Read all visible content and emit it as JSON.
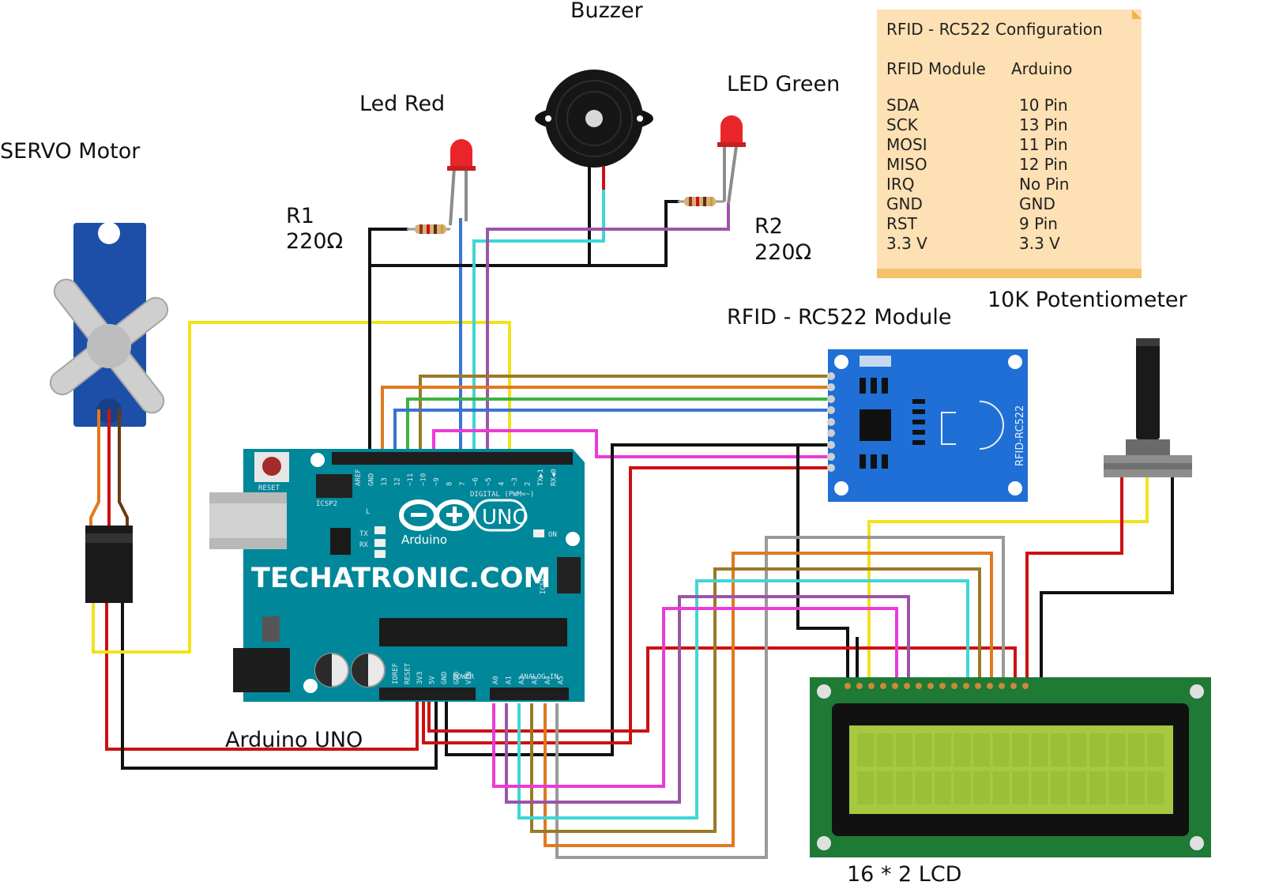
{
  "labels": {
    "buzzer": "Buzzer",
    "led_red": "Led Red",
    "led_green": "LED Green",
    "servo": "SERVO Motor",
    "r1_name": "R1",
    "r1_value": "220Ω",
    "r2_name": "R2",
    "r2_value": "220Ω",
    "rfid_module": "RFID - RC522 Module",
    "potentiometer": "10K Potentiometer",
    "arduino": "Arduino UNO",
    "lcd": "16 * 2 LCD"
  },
  "config_note": {
    "title": "RFID - RC522 Configuration",
    "col_module": "RFID Module",
    "col_arduino": "Arduino",
    "rows": [
      {
        "module": "SDA",
        "arduino": "10 Pin"
      },
      {
        "module": "SCK",
        "arduino": "13 Pin"
      },
      {
        "module": "MOSI",
        "arduino": "11 Pin"
      },
      {
        "module": "MISO",
        "arduino": "12 Pin"
      },
      {
        "module": "IRQ",
        "arduino": "No Pin"
      },
      {
        "module": "GND",
        "arduino": "GND"
      },
      {
        "module": "RST",
        "arduino": "9 Pin"
      },
      {
        "module": "3.3 V",
        "arduino": "3.3 V"
      }
    ]
  },
  "arduino_board": {
    "brand_text": "TECHATRONIC.COM",
    "logo_text": "Arduino",
    "model_text": "UNO",
    "reset_label": "RESET",
    "icsp2_label": "ICSP2",
    "icsp_label": "ICSP",
    "on_label": "ON",
    "l_label": "L",
    "tx_label": "TX",
    "rx_label": "RX",
    "digital_label": "DIGITAL (PWM=~)",
    "power_label": "POWER",
    "analog_label": "ANALOG IN",
    "digital_pins": [
      "AREF",
      "GND",
      "13",
      "12",
      "~11",
      "~10",
      "~9",
      "8",
      "7",
      "~6",
      "~5",
      "4",
      "~3",
      "2",
      "TX▶1",
      "RX◀0"
    ],
    "power_pins": [
      "IOREF",
      "RESET",
      "3V3",
      "5V",
      "GND",
      "GND",
      "VIN"
    ],
    "analog_pins": [
      "A0",
      "A1",
      "A2",
      "A3",
      "A4",
      "A5"
    ]
  },
  "rfid_board_text": "RFID-RC522",
  "colors": {
    "arduino_blue": "#00879a",
    "rfid_blue": "#1f6fd6",
    "lcd_green": "#1f7a35",
    "lcd_screen": "#a6c93f",
    "note_bg": "#fde0b3",
    "wire_red": "#cc1111",
    "wire_black": "#111111",
    "wire_yellow": "#f2e21b",
    "wire_blue": "#3a74d0",
    "wire_cyan": "#3fd6d6",
    "wire_purple": "#9a55a8",
    "wire_brown": "#9a7a26",
    "wire_orange": "#e07a1f",
    "wire_green": "#3cb43c",
    "wire_pink": "#ec3ad8",
    "wire_gray": "#9a9a9a"
  }
}
